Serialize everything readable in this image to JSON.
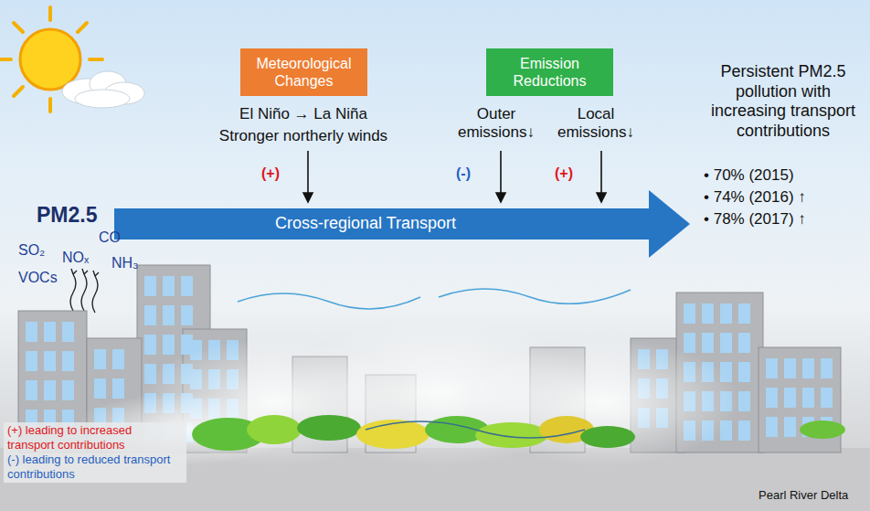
{
  "diagram": {
    "nodes": [
      {
        "text": [
          "Meteorological Changes"
        ]
      },
      {
        "text": [
          "Emission Reductions"
        ]
      },
      {
        "text": [
          "Cross-regional Transport"
        ]
      }
    ],
    "labels": [
      "El Niño → La Niña",
      "Stronger northerly winds",
      "Outer emissions↓",
      "Local emissions↓",
      "(+)",
      "(-)",
      "(+)",
      "Persistent PM2.5 pollution with increasing transport contributions",
      "• 70% (2015)",
      "• 74% (2016) ↑",
      "• 78% (2017) ↑",
      "PM2.5",
      "SO₂",
      "CO",
      "NOₓ",
      "NH₃",
      "VOCs",
      "(+) leading to increased transport contributions",
      "(-) leading to reduced transport contributions",
      "Pearl River Delta"
    ]
  }
}
